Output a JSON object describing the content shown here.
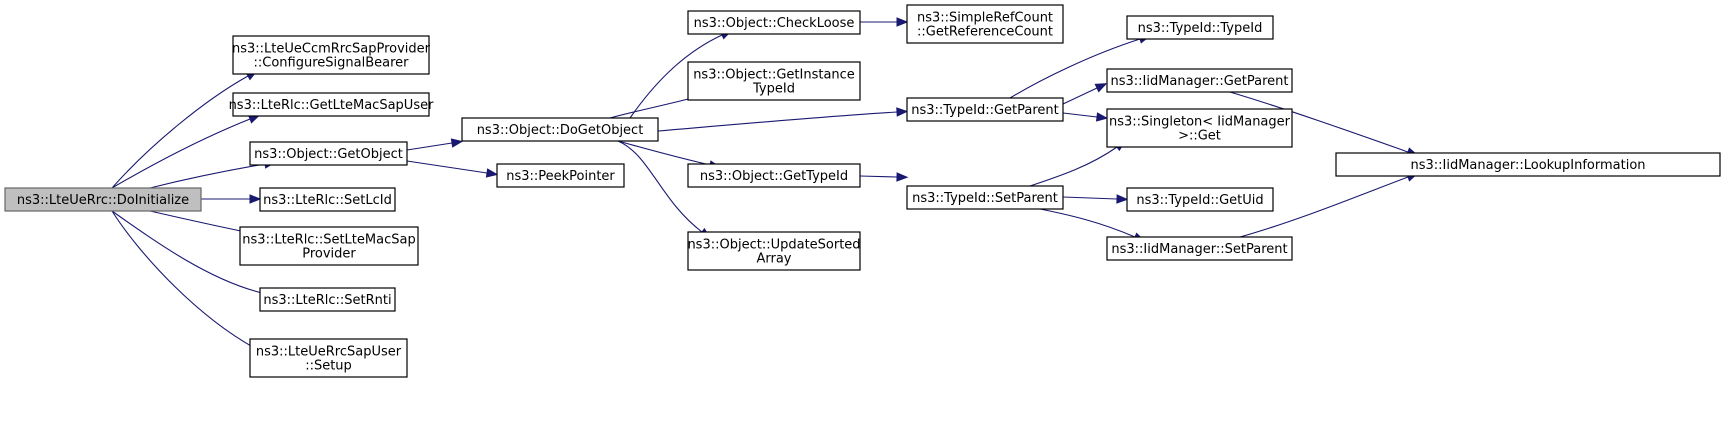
{
  "diagram": {
    "nodes": [
      {
        "id": "n0",
        "lines": [
          "ns3::LteUeRrc::DoInitialize"
        ],
        "root": true
      },
      {
        "id": "n1",
        "lines": [
          "ns3::LteUeCcmRrcSapProvider",
          "::ConfigureSignalBearer"
        ]
      },
      {
        "id": "n2",
        "lines": [
          "ns3::LteRlc::GetLteMacSapUser"
        ]
      },
      {
        "id": "n3",
        "lines": [
          "ns3::Object::GetObject"
        ]
      },
      {
        "id": "n4",
        "lines": [
          "ns3::LteRlc::SetLcId"
        ]
      },
      {
        "id": "n5",
        "lines": [
          "ns3::LteRlc::SetLteMacSap",
          "Provider"
        ]
      },
      {
        "id": "n6",
        "lines": [
          "ns3::LteRlc::SetRnti"
        ]
      },
      {
        "id": "n7",
        "lines": [
          "ns3::LteUeRrcSapUser",
          "::Setup"
        ]
      },
      {
        "id": "n8",
        "lines": [
          "ns3::Object::DoGetObject"
        ]
      },
      {
        "id": "n9",
        "lines": [
          "ns3::PeekPointer"
        ]
      },
      {
        "id": "n10",
        "lines": [
          "ns3::Object::CheckLoose"
        ]
      },
      {
        "id": "n11",
        "lines": [
          "ns3::Object::GetInstance",
          "TypeId"
        ]
      },
      {
        "id": "n12",
        "lines": [
          "ns3::Object::GetTypeId"
        ]
      },
      {
        "id": "n13",
        "lines": [
          "ns3::Object::UpdateSorted",
          "Array"
        ]
      },
      {
        "id": "n14",
        "lines": [
          "ns3::SimpleRefCount",
          "::GetReferenceCount"
        ]
      },
      {
        "id": "n15",
        "lines": [
          "ns3::TypeId::GetParent"
        ]
      },
      {
        "id": "n16",
        "lines": [
          "ns3::TypeId::SetParent"
        ]
      },
      {
        "id": "n17",
        "lines": [
          "ns3::TypeId::TypeId"
        ]
      },
      {
        "id": "n18",
        "lines": [
          "ns3::IidManager::GetParent"
        ]
      },
      {
        "id": "n19",
        "lines": [
          "ns3::Singleton< IidManager",
          ">::Get"
        ]
      },
      {
        "id": "n20",
        "lines": [
          "ns3::TypeId::GetUid"
        ]
      },
      {
        "id": "n21",
        "lines": [
          "ns3::IidManager::SetParent"
        ]
      },
      {
        "id": "n22",
        "lines": [
          "ns3::IidManager::LookupInformation"
        ]
      }
    ],
    "edges": [
      [
        "n0",
        "n1"
      ],
      [
        "n0",
        "n2"
      ],
      [
        "n0",
        "n3"
      ],
      [
        "n0",
        "n4"
      ],
      [
        "n0",
        "n5"
      ],
      [
        "n0",
        "n6"
      ],
      [
        "n0",
        "n7"
      ],
      [
        "n3",
        "n8"
      ],
      [
        "n3",
        "n9"
      ],
      [
        "n8",
        "n10"
      ],
      [
        "n8",
        "n11"
      ],
      [
        "n8",
        "n15"
      ],
      [
        "n8",
        "n12"
      ],
      [
        "n8",
        "n13"
      ],
      [
        "n10",
        "n14"
      ],
      [
        "n12",
        "n16"
      ],
      [
        "n15",
        "n17"
      ],
      [
        "n15",
        "n18"
      ],
      [
        "n15",
        "n19"
      ],
      [
        "n16",
        "n19"
      ],
      [
        "n16",
        "n20"
      ],
      [
        "n16",
        "n21"
      ],
      [
        "n18",
        "n22"
      ],
      [
        "n21",
        "n22"
      ]
    ]
  }
}
